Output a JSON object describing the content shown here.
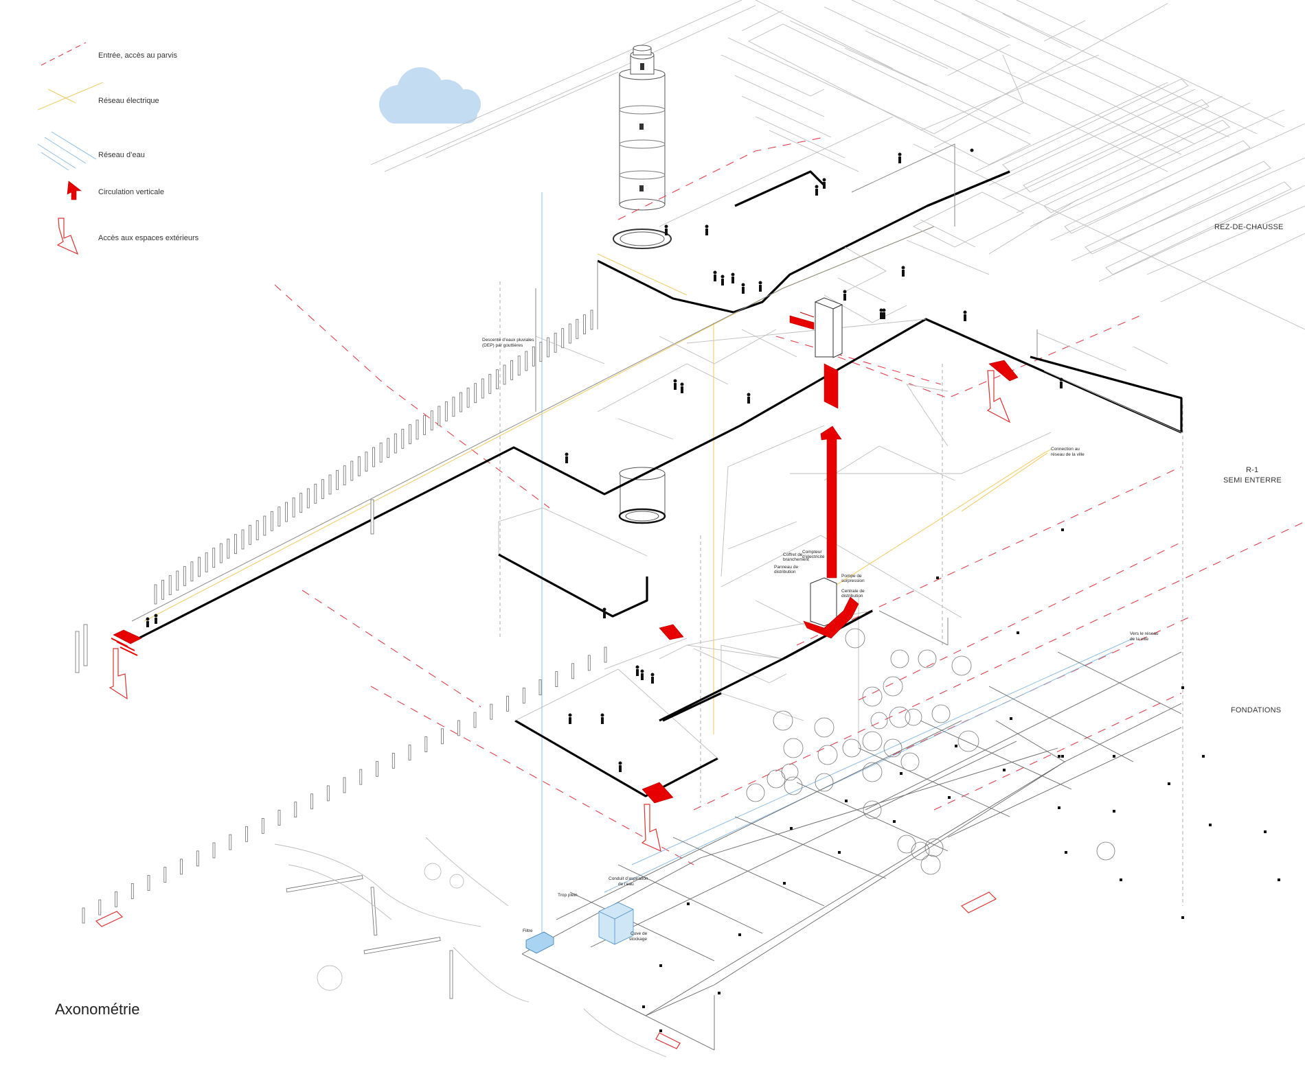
{
  "legend": {
    "items": [
      {
        "label": "Entrée, accès au parvis",
        "icon": "red-dashed-line-icon"
      },
      {
        "label": "Réseau électrique",
        "icon": "yellow-line-icon"
      },
      {
        "label": "Réseau d’eau",
        "icon": "blue-hatch-icon"
      },
      {
        "label": "Circulation verticale",
        "icon": "red-up-arrow-icon"
      },
      {
        "label": "Accès aux espaces extérieurs",
        "icon": "red-outline-down-arrow-icon"
      }
    ]
  },
  "levels": {
    "ground": "REZ-DE-CHAUSSE",
    "basement_line1": "R-1",
    "basement_line2": "SEMI ENTERRE",
    "foundations": "FONDATIONS"
  },
  "annotations": {
    "gutter_line1": "Descente d’eaux pluviales",
    "gutter_line2": "(DEP) par gouttières",
    "city_connection_line1": "Connection au",
    "city_connection_line2": "réseau de la ville",
    "city_network_line1": "Vers le réseau",
    "city_network_line2": "de la ville",
    "elec_box_line1": "Coffret de",
    "elec_box_line2": "branchement",
    "elec_meter_line1": "Compteur",
    "elec_meter_line2": "d’électricité",
    "distribution_panel_line1": "Panneau de",
    "distribution_panel_line2": "distribution",
    "pump_line1": "Pompe de",
    "pump_line2": "surpression",
    "distribution_station_line1": "Centrale de",
    "distribution_station_line2": "distribution",
    "suction_line1": "Conduit d’aspiration",
    "suction_line2": "de l’eau",
    "overflow": "Trop plein",
    "filter": "Filtre",
    "tank_line1": "Cuve de",
    "tank_line2": "stockage"
  },
  "title": "Axonométrie",
  "colors": {
    "circulation_red": "#e60000",
    "entrance_dash": "#e0404a",
    "electric": "#f2cf6a",
    "water": "#8cbde6",
    "cloud": "#c3dcf1",
    "tank": "#cfe6f7"
  }
}
